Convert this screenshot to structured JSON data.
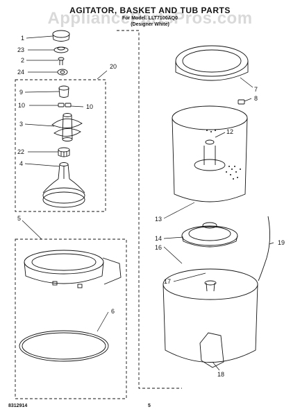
{
  "header": {
    "title": "AGITATOR, BASKET AND TUB PARTS",
    "model_line": "For Model: LLT7100AQ0",
    "variant_line": "(Designer White)"
  },
  "watermark": "AppliancePartsPros.com",
  "footer": {
    "doc_number": "8312914",
    "page_number": "5"
  },
  "callouts": {
    "c1": "1",
    "c23": "23",
    "c2": "2",
    "c24": "24",
    "c20": "20",
    "c9": "9",
    "c10a": "10",
    "c10b": "10",
    "c3": "3",
    "c22": "22",
    "c4": "4",
    "c5": "5",
    "c6": "6",
    "c7": "7",
    "c8": "8",
    "c12": "12",
    "c13": "13",
    "c14": "14",
    "c16": "16",
    "c17": "17",
    "c19": "19",
    "c18": "18"
  }
}
